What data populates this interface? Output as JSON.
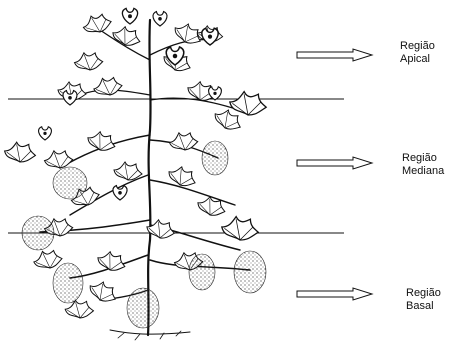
{
  "diagram": {
    "regions": [
      {
        "id": "apical",
        "label": "Região\nApical"
      },
      {
        "id": "mediana",
        "label": "Região\nMediana"
      },
      {
        "id": "basal",
        "label": "Região\nBasal"
      }
    ],
    "colors": {
      "ink": "#111111",
      "background": "#ffffff",
      "boll_stipple": "#333333"
    }
  }
}
